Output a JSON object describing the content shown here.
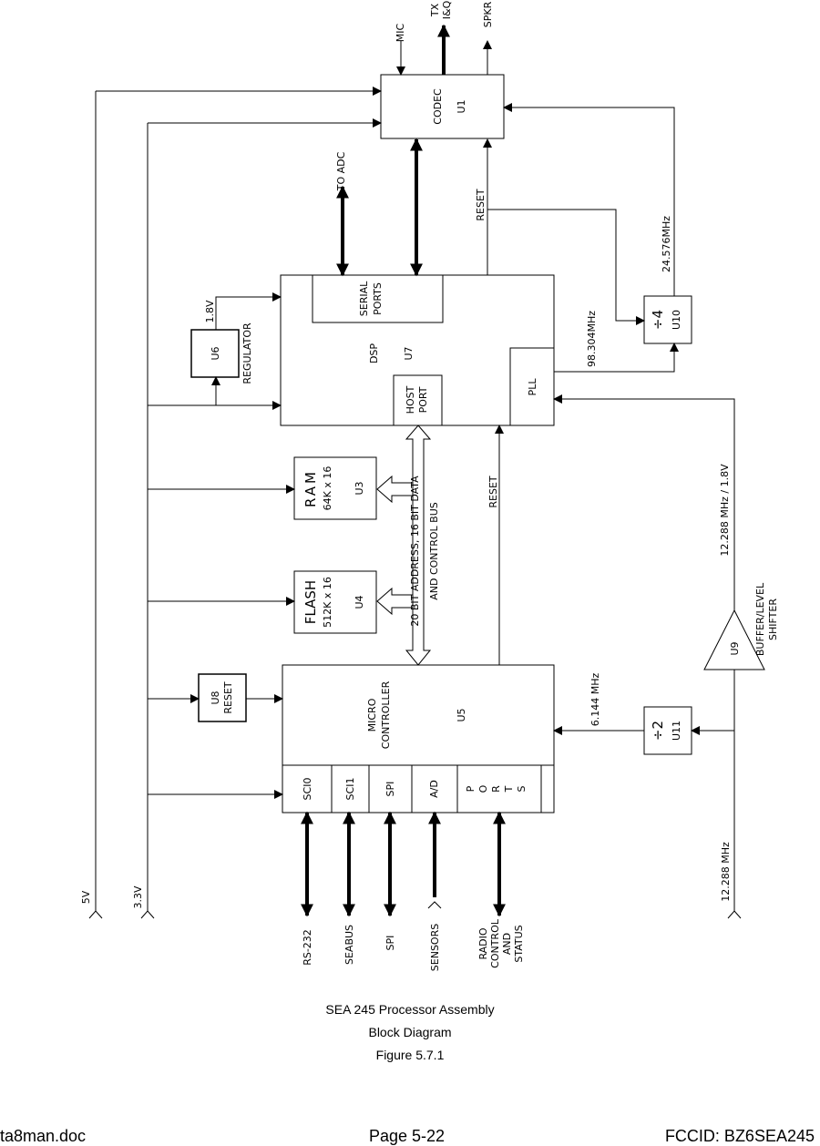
{
  "external": {
    "mic": "MIC",
    "tx": "TX",
    "iq": "I&Q",
    "spkr": "SPKR",
    "to_adc": "TO ADC",
    "reset": "RESET",
    "clk_24": "24.576MHz",
    "clk_98": "98.304MHz",
    "clk_12_18": "12.288 MHz / 1.8V",
    "clk_6": "6.144 MHz",
    "clk_12": "12.288 MHz",
    "v18": "1.8V",
    "v5": "5V",
    "v33": "3.3V",
    "bus_line1": "20 BIT ADDRESS, 16 BIT DATA",
    "bus_line2": "AND CONTROL BUS"
  },
  "blocks": {
    "codec": {
      "name": "CODEC",
      "ref": "U1"
    },
    "dsp": {
      "name": "DSP",
      "ref": "U7",
      "serial1": "SERIAL",
      "serial2": "PORTS",
      "host1": "HOST",
      "host2": "PORT",
      "pll": "PLL"
    },
    "div4": {
      "name": "÷4",
      "ref": "U10"
    },
    "regulator": {
      "ref": "U6",
      "name": "REGULATOR"
    },
    "ram": {
      "name": "RAM",
      "size": "64K x 16",
      "ref": "U3"
    },
    "flash": {
      "name": "FLASH",
      "size": "512K x 16",
      "ref": "U4"
    },
    "reset_ic": {
      "ref": "U8",
      "name": "RESET"
    },
    "micro": {
      "name1": "MICRO",
      "name2": "CONTROLLER",
      "ref": "U5",
      "ports": [
        "SCI0",
        "SCI1",
        "SPI",
        "A/D"
      ],
      "ports_col": "PORTS"
    },
    "div2": {
      "name": "÷2",
      "ref": "U11"
    },
    "buffer": {
      "ref": "U9",
      "name1": "BUFFER/LEVEL",
      "name2": "SHIFTER"
    }
  },
  "io": {
    "rs232": "RS-232",
    "seabus": "SEABUS",
    "spi": "SPI",
    "sensors": "SENSORS",
    "radio1": "RADIO",
    "radio2": "CONTROL",
    "radio3": "AND",
    "radio4": "STATUS"
  },
  "caption": {
    "line1": "SEA 245 Processor Assembly",
    "line2": "Block Diagram",
    "line3": "Figure 5.7.1"
  },
  "footer": {
    "left": "ta8man.doc",
    "center": "Page 5-22",
    "right": "FCCID: BZ6SEA245"
  }
}
